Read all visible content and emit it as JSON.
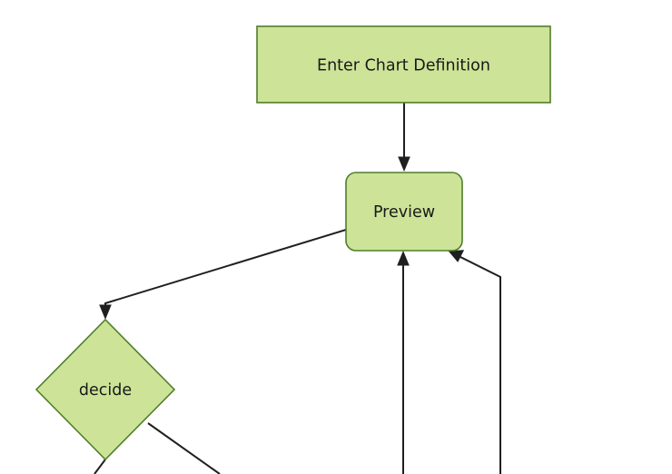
{
  "diagram": {
    "type": "flowchart",
    "title": "",
    "background_color": "#ffffff",
    "node_fill_color": "#cde498",
    "node_stroke_color": "#4f7d2b",
    "edge_color": "#1f1f1f",
    "text_color": "#191919",
    "nodes": [
      {
        "id": "enter-chart-definition",
        "label": "Enter Chart Definition",
        "shape": "rectangle"
      },
      {
        "id": "preview",
        "label": "Preview",
        "shape": "rounded-rectangle"
      },
      {
        "id": "decide",
        "label": "decide",
        "shape": "diamond"
      }
    ],
    "edges": [
      {
        "from": "enter-chart-definition",
        "to": "preview",
        "label": "",
        "arrow": "to"
      },
      {
        "from": "preview",
        "to": "decide",
        "label": "",
        "arrow": "to"
      },
      {
        "from": "decide",
        "to": "preview",
        "label": "",
        "arrow": "to"
      },
      {
        "from": "decide",
        "to": "preview",
        "label": "",
        "arrow": "to"
      }
    ]
  }
}
